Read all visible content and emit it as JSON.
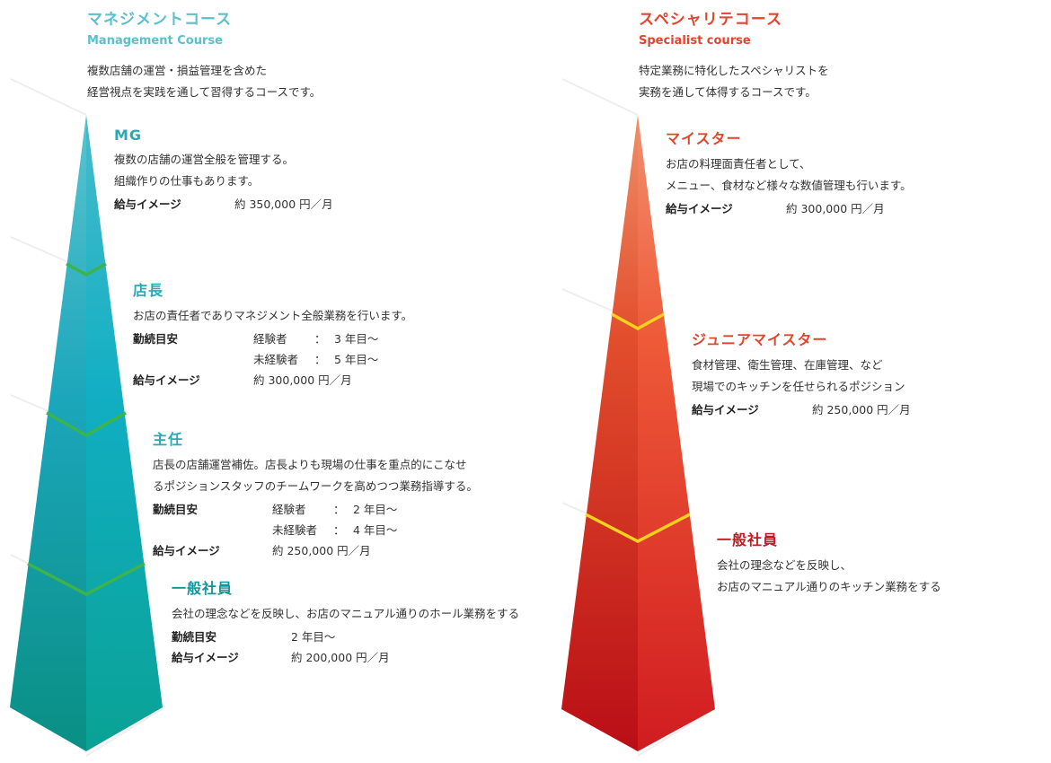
{
  "management": {
    "title": "マネジメントコース",
    "subtitle": "Management Course",
    "desc": [
      "複数店舗の運営・損益管理を含めた",
      "経営視点を実践を通して習得するコースです。"
    ],
    "levels": [
      {
        "title": "MG",
        "desc": [
          "複数の店舗の運営全般を管理する。",
          "組織作りの仕事もあります。"
        ],
        "salary_label": "給与イメージ",
        "salary": "約 350,000 円／月"
      },
      {
        "title": "店長",
        "desc": [
          "お店の責任者でありマネジメント全般業務を行います。"
        ],
        "tenure_label": "勤続目安",
        "tenure": [
          {
            "k": "経験者",
            "c": "：",
            "v": "3 年目〜"
          },
          {
            "k": "未経験者",
            "c": "：",
            "v": "5 年目〜"
          }
        ],
        "salary_label": "給与イメージ",
        "salary": "約 300,000 円／月"
      },
      {
        "title": "主任",
        "desc": [
          "店長の店舗運営補佐。店長よりも現場の仕事を重点的にこなせ",
          "るポジションスタッフのチームワークを高めつつ業務指導する。"
        ],
        "tenure_label": "勤続目安",
        "tenure": [
          {
            "k": "経験者",
            "c": "：",
            "v": "2 年目〜"
          },
          {
            "k": "未経験者",
            "c": "：",
            "v": "4 年目〜"
          }
        ],
        "salary_label": "給与イメージ",
        "salary": "約 250,000 円／月"
      },
      {
        "title": "一般社員",
        "desc": [
          "会社の理念などを反映し、お店のマニュアル通りのホール業務をする"
        ],
        "tenure_label": "勤続目安",
        "tenure_value": "2 年目〜",
        "salary_label": "給与イメージ",
        "salary": "約 200,000 円／月"
      }
    ]
  },
  "specialist": {
    "title": "スペシャリテコース",
    "subtitle": "Specialist course",
    "desc": [
      "特定業務に特化したスペシャリストを",
      "実務を通して体得するコースです。"
    ],
    "levels": [
      {
        "title": "マイスター",
        "desc": [
          "お店の料理面責任者として、",
          "メニュー、食材など様々な数値管理も行います。"
        ],
        "salary_label": "給与イメージ",
        "salary": "約 300,000 円／月"
      },
      {
        "title": "ジュニアマイスター",
        "desc": [
          "食材管理、衛生管理、在庫管理、など",
          "現場でのキッチンを任せられるポジション"
        ],
        "salary_label": "給与イメージ",
        "salary": "約 250,000 円／月"
      },
      {
        "title": "一般社員",
        "desc": [
          "会社の理念などを反映し、",
          "お店のマニュアル通りのキッチン業務をする"
        ]
      }
    ]
  },
  "colors": {
    "management_accent": "#5bbfcc",
    "specialist_accent": "#e1452d",
    "management_divider": "#3cb44a",
    "specialist_divider": "#f5d21e"
  }
}
